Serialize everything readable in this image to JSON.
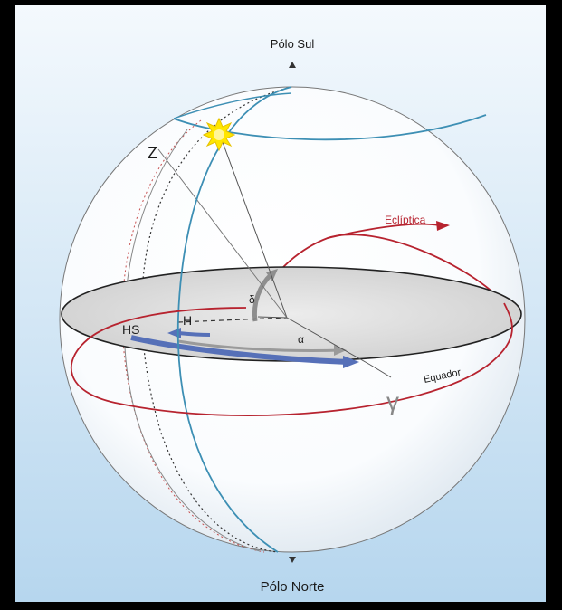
{
  "labels": {
    "south_pole": "Pólo Sul",
    "north_pole": "Pólo Norte",
    "ecliptic": "Eclíptica",
    "equator": "Equador",
    "zenith": "Z",
    "hour_angle": "H",
    "sidereal_hour": "HS",
    "right_ascension": "α",
    "declination": "δ",
    "vernal_point": "γ"
  },
  "colors": {
    "background_top": "#f4f9fd",
    "background_bottom": "#b6d6ee",
    "meridian": "#3d8fb4",
    "ecliptic": "#b7232f",
    "arrow_blue": "#5670b8",
    "equator_plane": "#d8d8d8",
    "sun": "#ffe600"
  },
  "icons": {
    "sun": "sun-icon",
    "pole_marker_up": "triangle-up-icon",
    "pole_marker_down": "triangle-down-icon"
  }
}
